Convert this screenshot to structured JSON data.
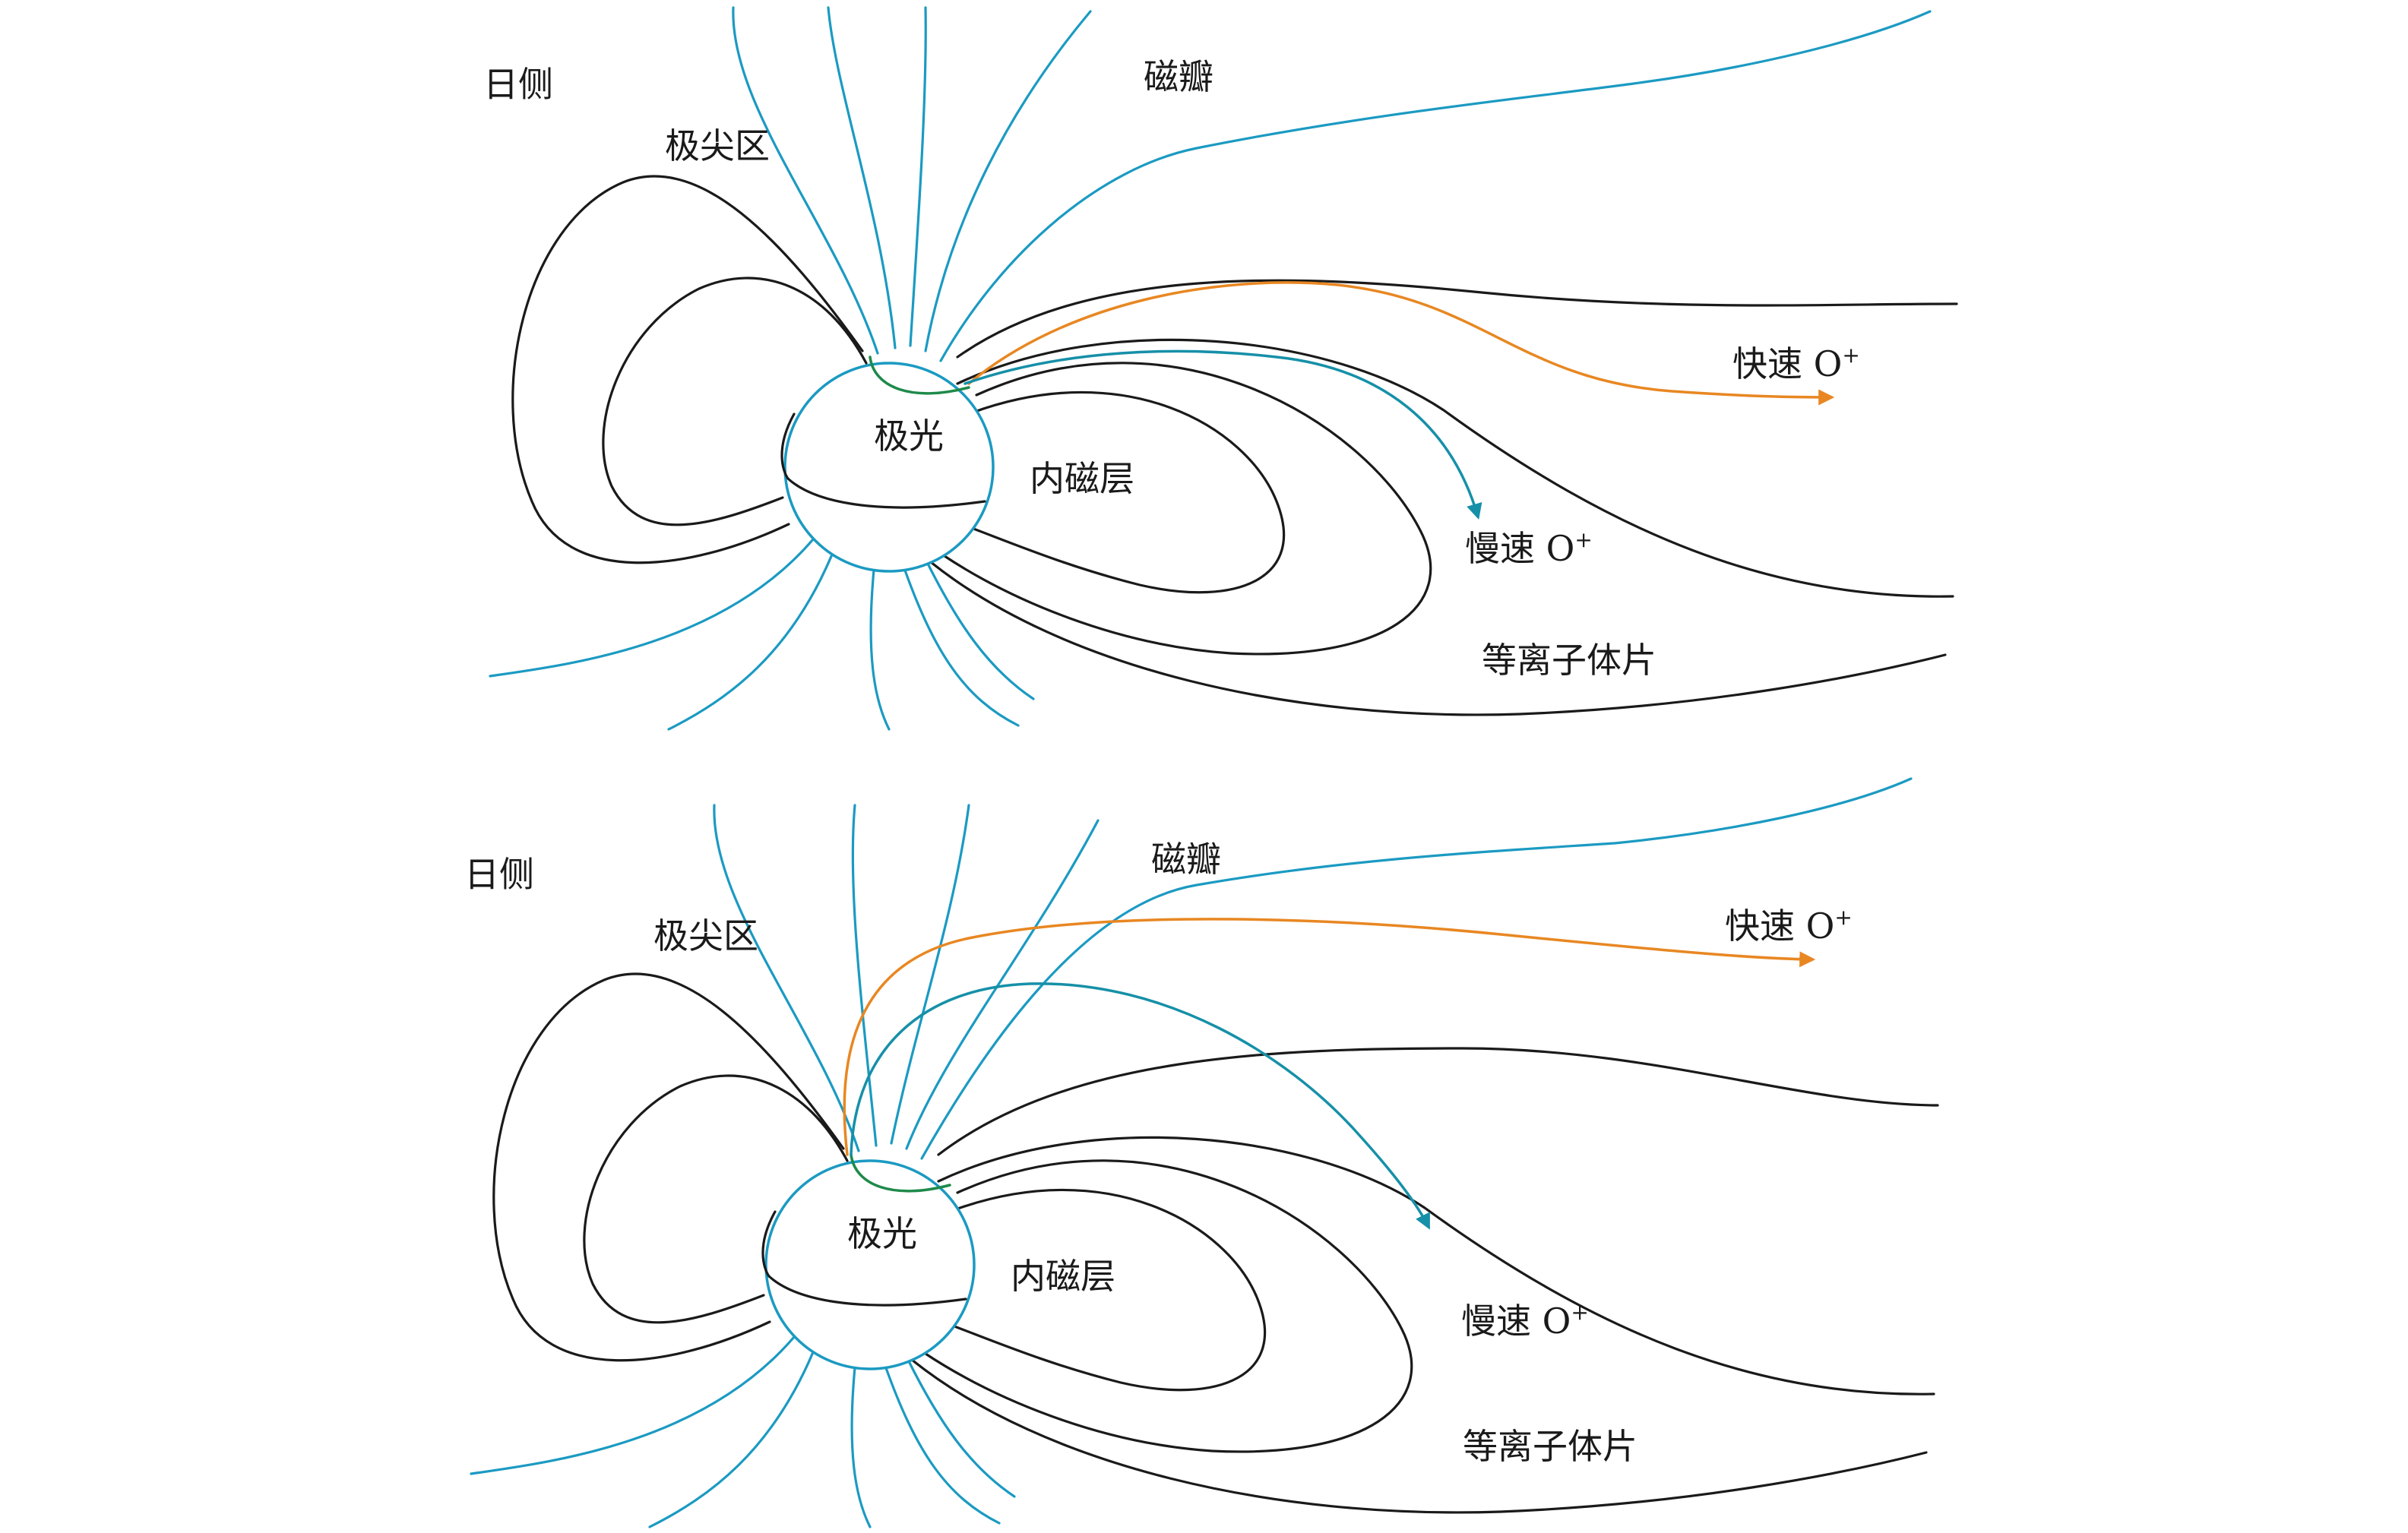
{
  "colors": {
    "field_line": "#1a1a1a",
    "open_field_line": "#1b9ac2",
    "aurora": "#1e8a4a",
    "fast_ion": "#e88722",
    "slow_ion": "#1690a8"
  },
  "panels": [
    {
      "dayside": "日侧",
      "cusp": "极尖区",
      "lobe": "磁瓣",
      "aurora": "极光",
      "inner_magnetosphere": "内磁层",
      "plasma_sheet": "等离子体片",
      "fast_ion": "快速 O",
      "slow_ion": "慢速 O",
      "ion_charge": "+"
    },
    {
      "dayside": "日侧",
      "cusp": "极尖区",
      "lobe": "磁瓣",
      "aurora": "极光",
      "inner_magnetosphere": "内磁层",
      "plasma_sheet": "等离子体片",
      "fast_ion": "快速 O",
      "slow_ion": "慢速 O",
      "ion_charge": "+"
    }
  ]
}
